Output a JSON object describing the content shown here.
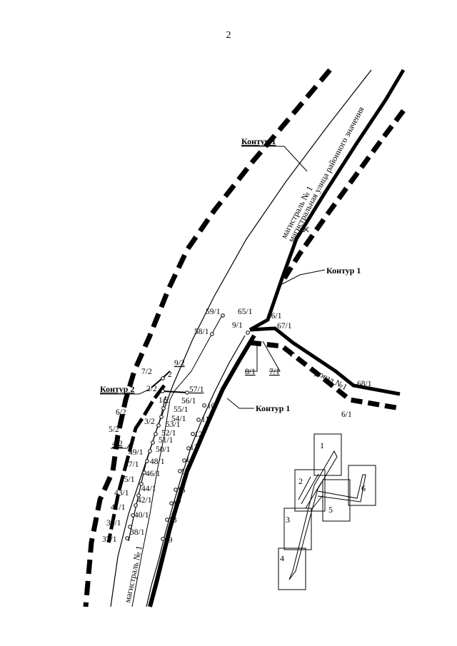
{
  "page_number": "2",
  "map": {
    "boundary_labels": {
      "contour_1_top": "Контур 1",
      "contour_1_right": "Контур 1",
      "contour_1_lower": "Контур 1",
      "contour_2": "Контур 2"
    },
    "street_labels": {
      "magistral_1_top": "магистраль № 1",
      "district_street": "магистральная улица районного значения",
      "proezd_1": "проезд №1",
      "magistral_1_bottom": "магистраль № 1"
    },
    "point_labels": [
      "59/1",
      "58/1",
      "65/1",
      "9/1",
      "66/1",
      "67/1",
      "8/1",
      "7/1",
      "68/1",
      "6/1",
      "7/2",
      "9/2",
      "2",
      "2/2",
      "1/2",
      "57/1",
      "56/1",
      "55/1",
      "54/1",
      "53/1",
      "52/1",
      "51/1",
      "50/1",
      "49/1",
      "48/1",
      "47/1",
      "46/1",
      "45/1",
      "44/1",
      "43/1",
      "42/1",
      "41/1",
      "40/1",
      "39/1",
      "38/1",
      "37/1",
      "3/2",
      "4/2",
      "5/2",
      "6/2",
      "10",
      "11",
      "12",
      "13",
      "14",
      "15",
      "16",
      "17",
      "18",
      "19"
    ],
    "sheet_index": [
      "1",
      "2",
      "3",
      "4",
      "5",
      "6"
    ]
  },
  "colors": {
    "ink": "#000000",
    "paper": "#ffffff"
  }
}
